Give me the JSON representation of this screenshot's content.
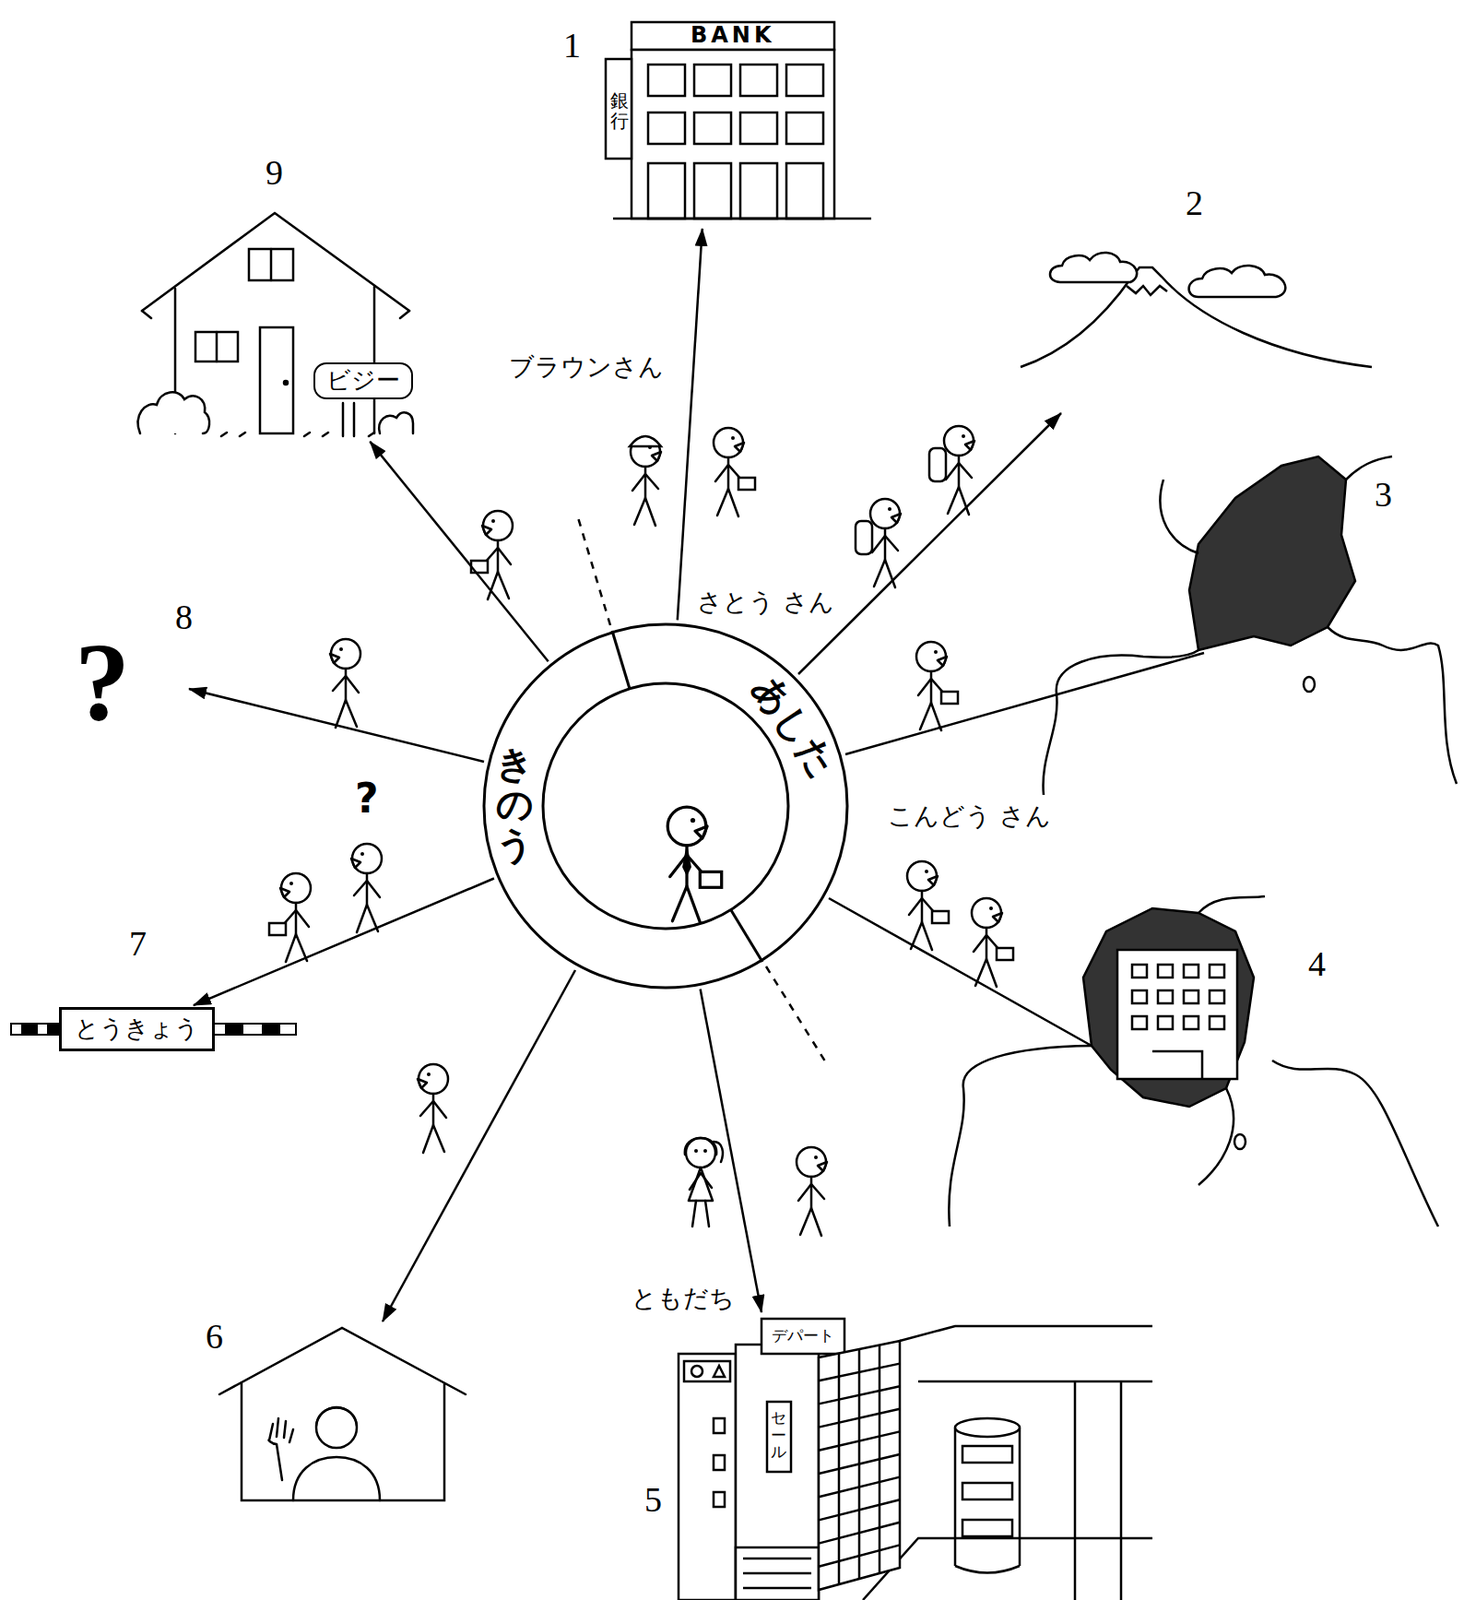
{
  "diagram": {
    "nodes": [
      {
        "text": [
          "きのう",
          "あした"
        ]
      },
      {
        "text": [
          "BANK"
        ]
      },
      {
        "text": [
          "ビジー"
        ]
      },
      {
        "text": [
          "とうきょう"
        ]
      },
      {
        "text": [
          "デパート",
          "セール"
        ]
      }
    ],
    "edges": [
      {
        "from": 0,
        "to": 1,
        "arrow": "to"
      },
      {
        "from": 0,
        "to": 4,
        "arrow": "to"
      },
      {
        "from": 0,
        "to": 3,
        "arrow": "to"
      },
      {
        "from": 0,
        "to": 2,
        "arrow": "to"
      }
    ],
    "labels": [
      "1",
      "2",
      "3",
      "4",
      "5",
      "6",
      "7",
      "8",
      "9",
      "?",
      "?",
      "ブラウンさん",
      "さとう さん",
      "こんどう さん",
      "ともだち",
      "銀行"
    ]
  }
}
